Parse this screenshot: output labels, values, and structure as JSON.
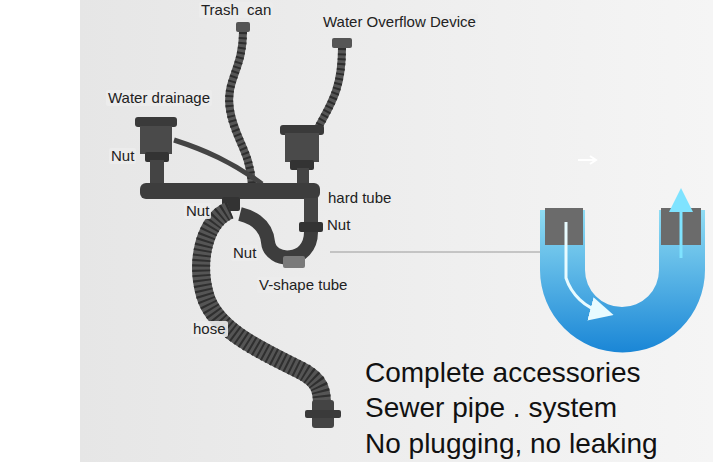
{
  "diagram": {
    "labels": [
      "Trash  can",
      "Water Overflow Device",
      "Water drainage",
      "Nut",
      "Nut",
      "hard tube",
      "Nut",
      "Nut",
      "V-shape tube",
      "hose",
      "Complete accessories",
      "Sewer pipe . system",
      "No plugging, no leaking"
    ]
  }
}
